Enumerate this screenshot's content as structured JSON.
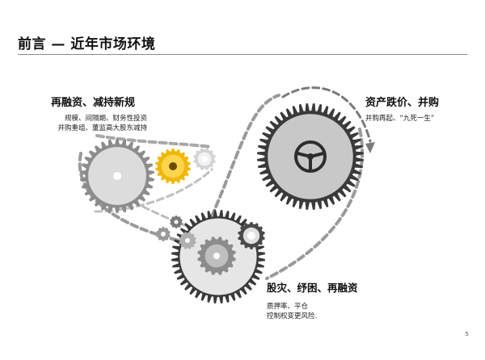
{
  "title": "前言 — 近年市场环境",
  "top_left": {
    "heading": "再融资、减持新规",
    "lines": [
      "规模、间隔期、财务性投资",
      "并购重组、董监高大股东减持"
    ]
  },
  "top_right": {
    "heading": "资产跌价、并购",
    "lines": [
      "并购再起、“九死一生”"
    ]
  },
  "bottom": {
    "heading": "股灾、纾困、再融资",
    "lines": [
      "质押率、平仓",
      "控制权变更风险."
    ]
  },
  "page_number": "5",
  "colors": {
    "accent_gear": "#f2b705",
    "dark_gear": "#3a3a3a",
    "mid_gear": "#8c8c8c",
    "light_gear": "#c8c8c8",
    "belt": "#9a9a9a"
  },
  "icons": [
    "steering-wheel-icon",
    "gear-icon"
  ]
}
